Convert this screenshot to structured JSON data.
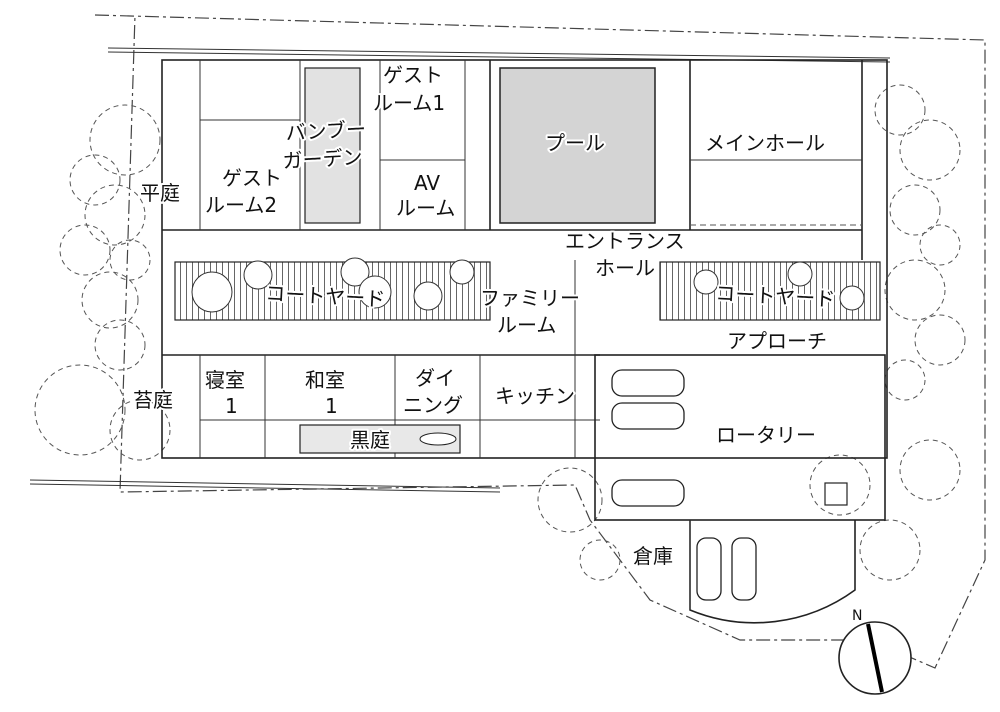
{
  "rooms": {
    "guest_room_1": [
      "ゲスト",
      "ルーム1"
    ],
    "bamboo_garden": [
      "バンブー",
      "ガーデン"
    ],
    "guest_room_2": [
      "ゲスト",
      "ルーム2"
    ],
    "av_room": [
      "AV",
      "ルーム"
    ],
    "pool": "プール",
    "main_hall": "メインホール",
    "flat_garden": "平庭",
    "entrance_hall": [
      "エントランス",
      "ホール"
    ],
    "courtyard_west": "コートヤード",
    "courtyard_east": "コートヤード",
    "family_room": [
      "ファミリー",
      "ルーム"
    ],
    "approach": "アプローチ",
    "moss_garden": "苔庭",
    "bedroom_1": [
      "寝室",
      "1"
    ],
    "japanese_room_1": [
      "和室",
      "1"
    ],
    "dining": [
      "ダイ",
      "ニング"
    ],
    "kitchen": "キッチン",
    "black_garden": "黒庭",
    "rotary": "ロータリー",
    "storage": "倉庫"
  },
  "compass": {
    "north_label": "N"
  }
}
